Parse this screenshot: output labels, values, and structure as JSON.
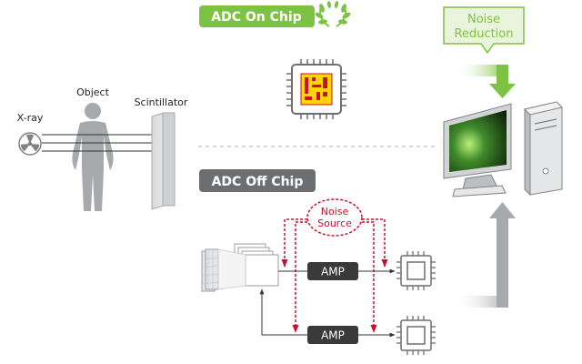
{
  "labels": {
    "adc_on_chip": "ADC On Chip",
    "adc_off_chip": "ADC Off Chip",
    "noise_reduction_line1": "Noise",
    "noise_reduction_line2": "Reduction",
    "noise_source_line1": "Noise",
    "noise_source_line2": "Source",
    "object": "Object",
    "scintillator": "Scintillator",
    "xray": "X-ray",
    "amp_top": "AMP",
    "amp_bottom": "AMP"
  },
  "colors": {
    "green": "#7dc242",
    "light_green": "#eaf4dc",
    "dark_gray": "#6d6e71",
    "mid_gray": "#a7a9ac",
    "light_gray": "#d1d3d4",
    "noise_red": "#c8102e",
    "amp_black": "#3a3a3a"
  },
  "icons": {
    "laurel": "laurel-icon",
    "chip": "chip-icon",
    "computer": "computer-icon",
    "radiation": "radiation-icon",
    "human": "human-figure-icon",
    "detector_stack": "detector-stack-icon"
  }
}
